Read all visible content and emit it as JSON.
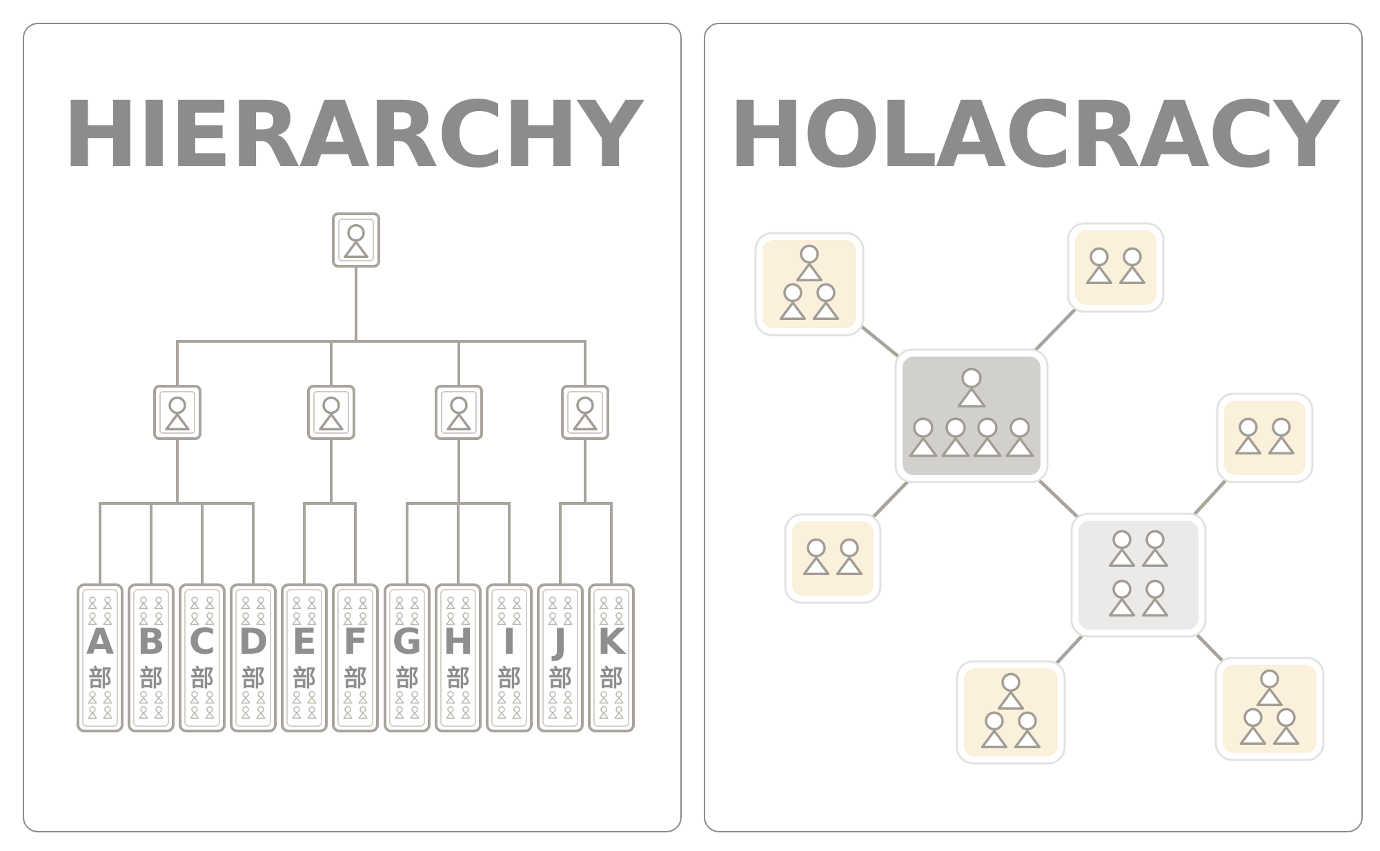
{
  "left_panel": {
    "title": "HIERARCHY",
    "departments": [
      {
        "letter": "A",
        "suffix": "部"
      },
      {
        "letter": "B",
        "suffix": "部"
      },
      {
        "letter": "C",
        "suffix": "部"
      },
      {
        "letter": "D",
        "suffix": "部"
      },
      {
        "letter": "E",
        "suffix": "部"
      },
      {
        "letter": "F",
        "suffix": "部"
      },
      {
        "letter": "G",
        "suffix": "部"
      },
      {
        "letter": "H",
        "suffix": "部"
      },
      {
        "letter": "I",
        "suffix": "部"
      },
      {
        "letter": "J",
        "suffix": "部"
      },
      {
        "letter": "K",
        "suffix": "部"
      }
    ]
  },
  "right_panel": {
    "title": "HOLACRACY"
  },
  "colors": {
    "border": "#8d8a84",
    "title": "#8c8c8c",
    "line": "#a9a49b",
    "box_fill": "#ffffff",
    "circle_fill": "#fbf0dc",
    "core_fill": "#d2d0cc",
    "sub_core_fill": "#ebeae8"
  },
  "icons": {
    "person": "person-icon",
    "people_group": "people-group-icon"
  }
}
